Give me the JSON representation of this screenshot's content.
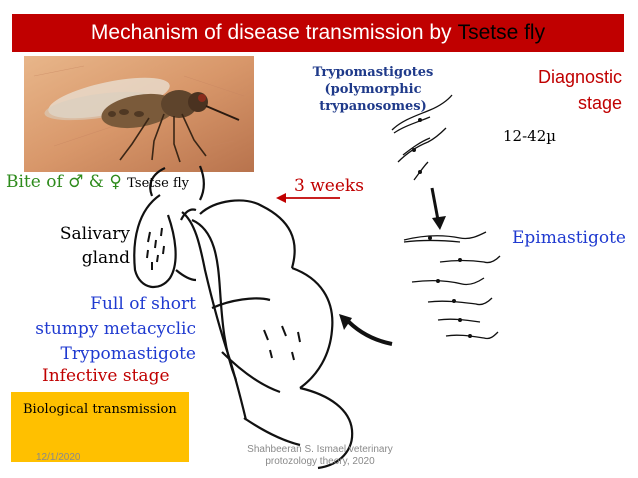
{
  "title": {
    "main": "Mechanism of disease transmission by",
    "highlight": "Tsetse fly"
  },
  "labels": {
    "trypomastigotes": [
      "Trypomastigotes",
      "(polymorphic",
      "trypanosomes)"
    ],
    "diagnostic": [
      "Diagnostic",
      "stage"
    ],
    "size": "12-42µ",
    "weeks": "3 weeks",
    "epimastigote": "Epimastigote",
    "bite_prefix": "Bite of ♂ & ♀",
    "bite_suffix": "Tsetse fly",
    "salivary": [
      "Salivary",
      "gland"
    ],
    "metacyclic": [
      "Full of short",
      "stumpy metacyclic",
      "Trypomastigote"
    ],
    "infective": "Infective stage",
    "biological": "Biological transmission"
  },
  "footer": {
    "date": "12/1/2020",
    "credit": [
      "Shahbeeran S. Ismael veterinary",
      "protozology theory, 2020"
    ]
  },
  "colors": {
    "title_bg": "#c00000",
    "bio_box": "#ffc000",
    "red_text": "#c00000",
    "blue_text": "#1f3ad0"
  },
  "icons": {
    "photo": "tsetse-fly-photo"
  }
}
